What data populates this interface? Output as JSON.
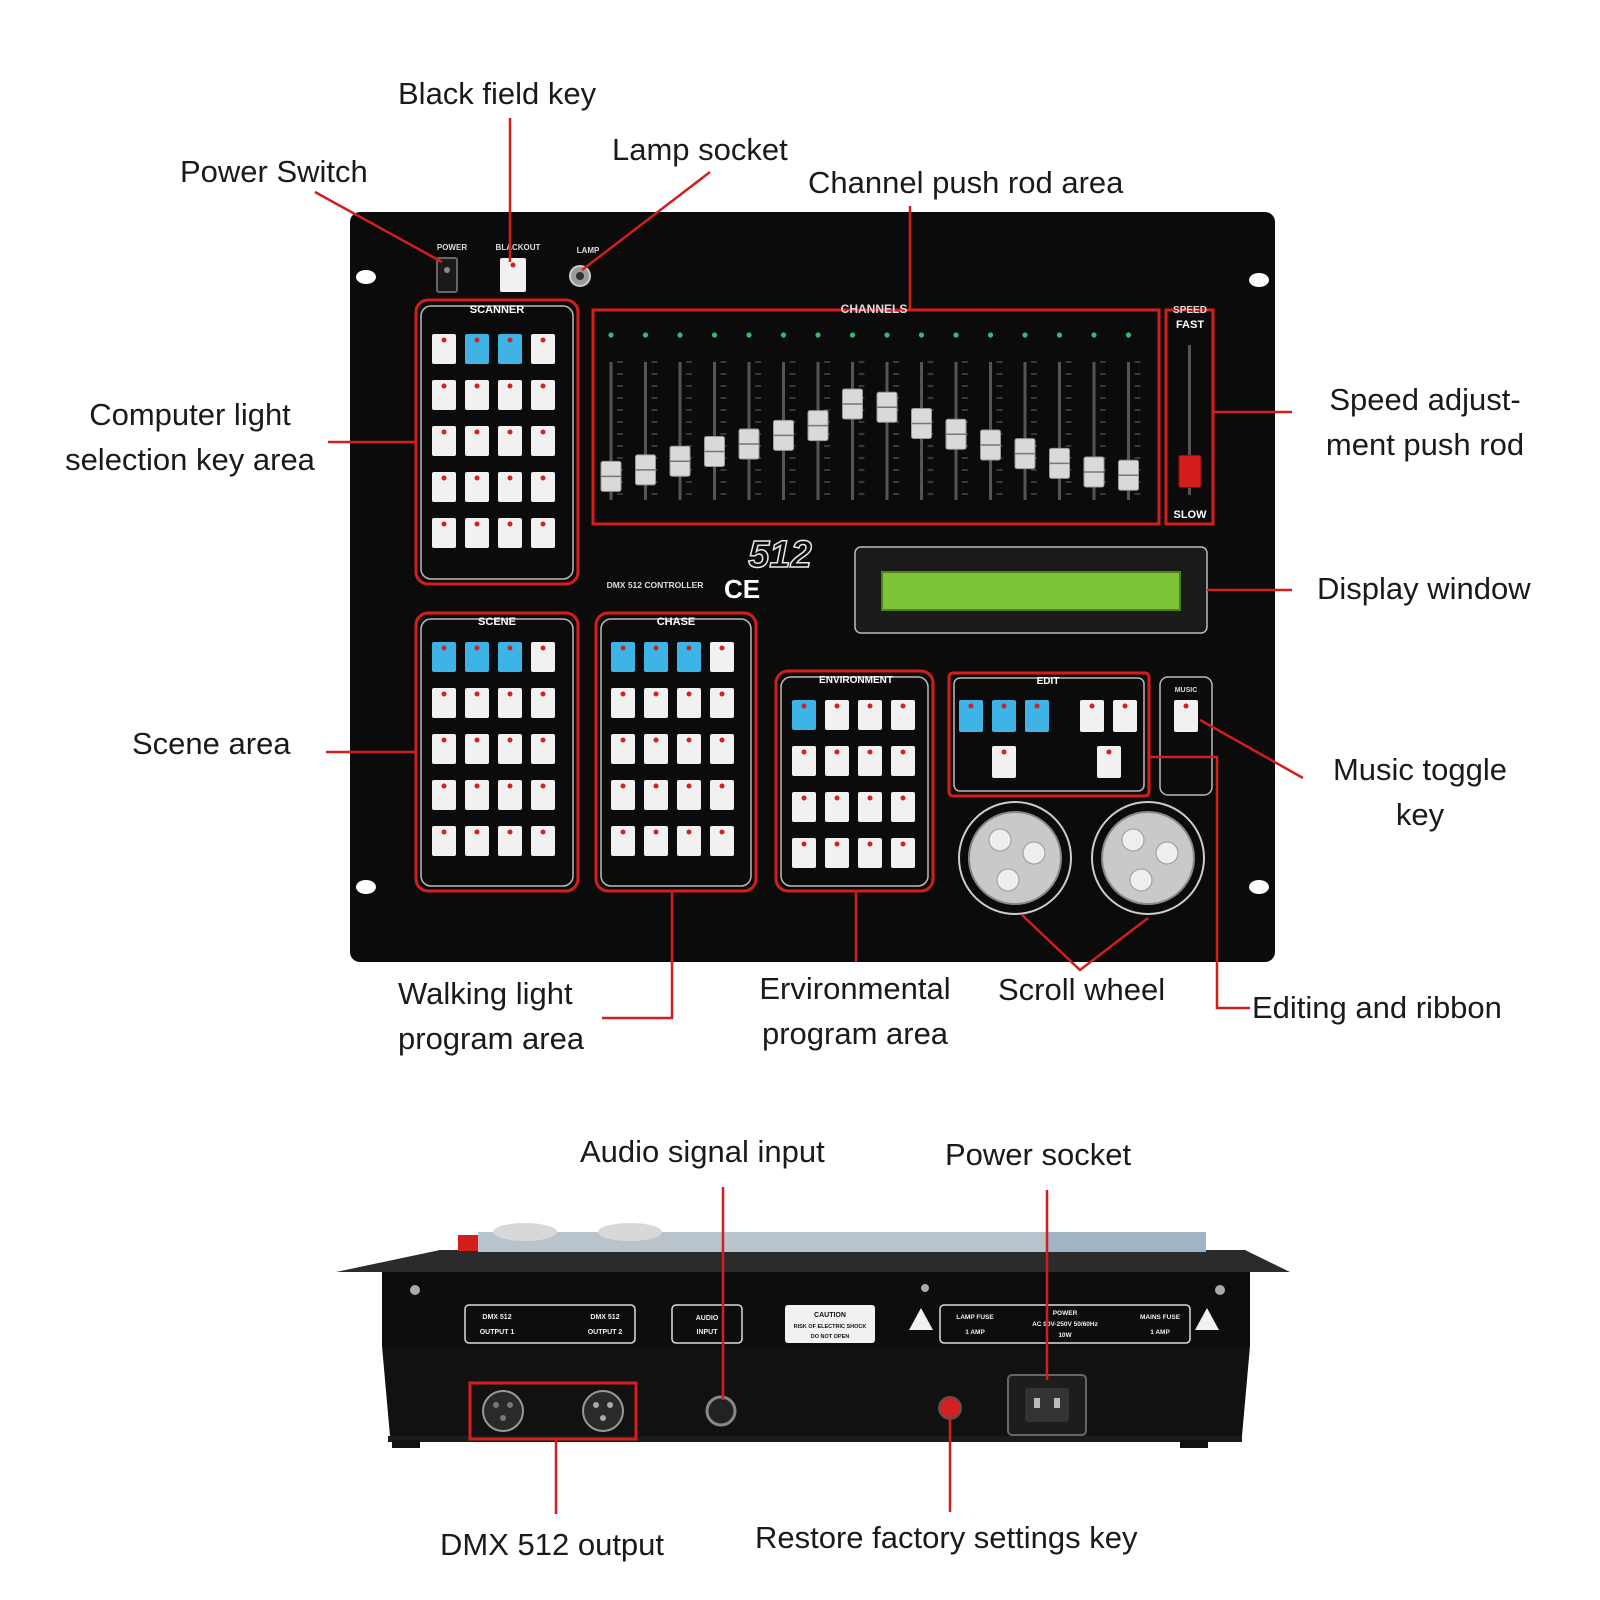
{
  "callouts": {
    "black_field_key": "Black field key",
    "power_switch": "Power Switch",
    "lamp_socket": "Lamp socket",
    "channel_push_rod_area": "Channel push rod area",
    "computer_light_selection_1": "Computer light",
    "computer_light_selection_2": "selection key area",
    "speed_adjust_1": "Speed adjust-",
    "speed_adjust_2": "ment push rod",
    "display_window": "Display window",
    "scene_area": "Scene area",
    "music_toggle_1": "Music toggle",
    "music_toggle_2": "key",
    "walking_light_1": "Walking light",
    "walking_light_2": "program area",
    "environmental_1": "Ervironmental",
    "environmental_2": "program area",
    "scroll_wheel": "Scroll wheel",
    "editing_ribbon": "Editing and ribbon",
    "audio_signal_input": "Audio signal input",
    "power_socket": "Power socket",
    "dmx_output": "DMX 512 output",
    "restore_factory": "Restore factory settings key"
  },
  "panel": {
    "model": "512",
    "subtitle": "DMX 512 CONTROLLER",
    "ce_mark": "CE",
    "power_label": "POWER",
    "blackout_label": "BLACKOUT",
    "lamp_label": "LAMP",
    "scanner_title": "SCANNER",
    "scene_title": "SCENE",
    "chase_title": "CHASE",
    "channels_title": "CHANNELS",
    "environment_title": "ENVIRONMENT",
    "edit_title": "EDIT",
    "speed_title": "SPEED",
    "fast_label": "FAST",
    "slow_label": "SLOW",
    "music_label": "MUSIC"
  },
  "rear": {
    "dmx_out1": "DMX 512",
    "dmx_out1b": "OUTPUT 1",
    "dmx_out2": "DMX 512",
    "dmx_out2b": "OUTPUT 2",
    "audio_label": "AUDIO",
    "audio_label2": "INPUT",
    "caution": "CAUTION",
    "caution2": "RISK OF ELECTRIC SHOCK",
    "caution3": "DO NOT OPEN",
    "power_label": "POWER",
    "power_spec": "AC 90V-250V 50/60Hz",
    "power_watt": "10W",
    "lamp_fuse": "LAMP FUSE",
    "lamp_amp": "1 AMP",
    "mains_fuse": "MAINS FUSE",
    "mains_amp": "1 AMP"
  },
  "colors": {
    "panel": "#0b0b0b",
    "highlight": "#d41e1e",
    "key_blue": "#3db3e6",
    "key_white": "#f1f1f1",
    "led_red": "#d42020",
    "lcd": "#7cc436"
  },
  "faders": {
    "levels": [
      0.08,
      0.14,
      0.22,
      0.31,
      0.38,
      0.46,
      0.55,
      0.75,
      0.72,
      0.57,
      0.47,
      0.37,
      0.29,
      0.2,
      0.12,
      0.09
    ],
    "speed_level": 0.08
  }
}
